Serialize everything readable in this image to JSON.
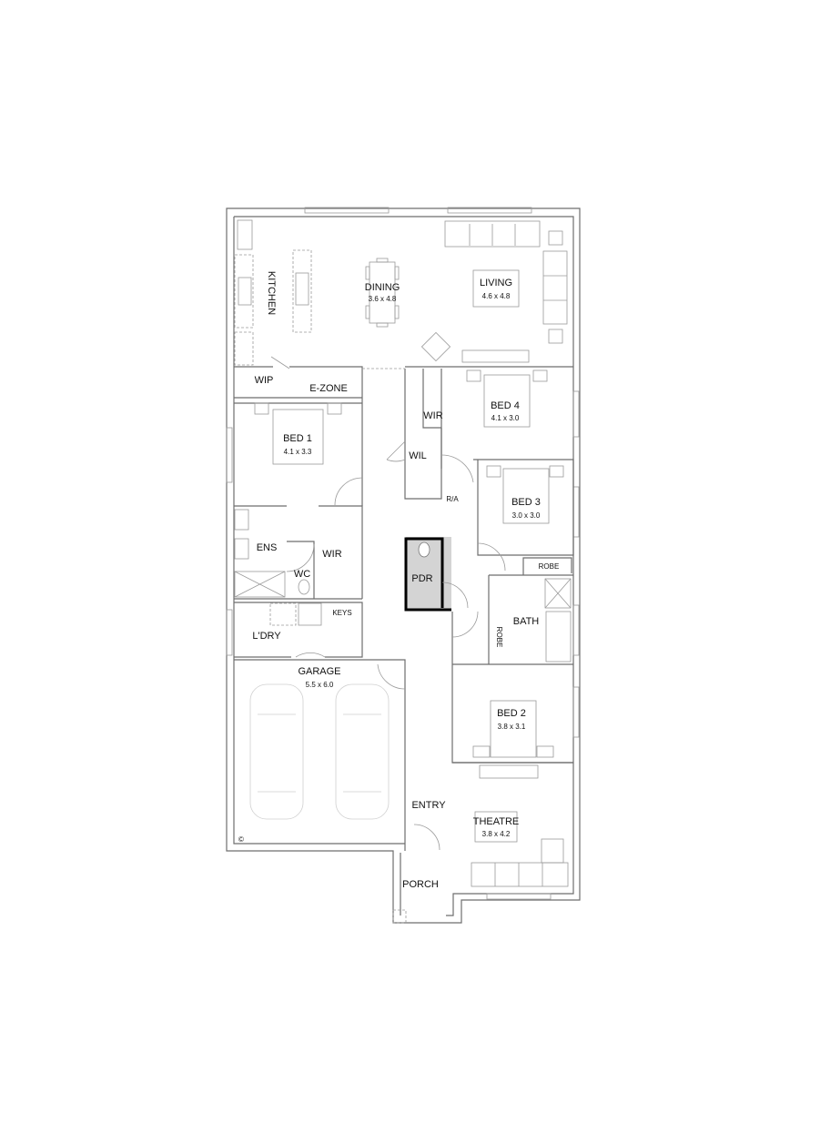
{
  "rooms": {
    "kitchen": {
      "label": "KITCHEN"
    },
    "dining": {
      "label": "DINING",
      "size": "3.6 x 4.8"
    },
    "living": {
      "label": "LIVING",
      "size": "4.6 x 4.8"
    },
    "wip": {
      "label": "WIP"
    },
    "ezone": {
      "label": "E-ZONE"
    },
    "bed1": {
      "label": "BED 1",
      "size": "4.1 x 3.3"
    },
    "wir_upper": {
      "label": "WIR"
    },
    "wil": {
      "label": "WIL"
    },
    "ra": {
      "label": "R/A"
    },
    "bed4": {
      "label": "BED 4",
      "size": "4.1 x 3.0"
    },
    "bed3": {
      "label": "BED 3",
      "size": "3.0 x 3.0"
    },
    "ens": {
      "label": "ENS"
    },
    "wc": {
      "label": "WC"
    },
    "wir_ens": {
      "label": "WIR"
    },
    "pdr": {
      "label": "PDR"
    },
    "robe_bed3": {
      "label": "ROBE"
    },
    "bath": {
      "label": "BATH"
    },
    "robe_bed2": {
      "label": "ROBE"
    },
    "keys": {
      "label": "KEYS"
    },
    "laundry": {
      "label": "L'DRY"
    },
    "garage": {
      "label": "GARAGE",
      "size": "5.5 x 6.0"
    },
    "bed2": {
      "label": "BED 2",
      "size": "3.8 x 3.1"
    },
    "entry": {
      "label": "ENTRY"
    },
    "theatre": {
      "label": "THEATRE",
      "size": "3.8 x 4.2"
    },
    "porch": {
      "label": "PORCH"
    }
  },
  "copyright_symbol": "©",
  "colors": {
    "wall": "#6e6e6e",
    "pdr_fill": "#d4d4d4",
    "pdr_border": "#000000"
  }
}
